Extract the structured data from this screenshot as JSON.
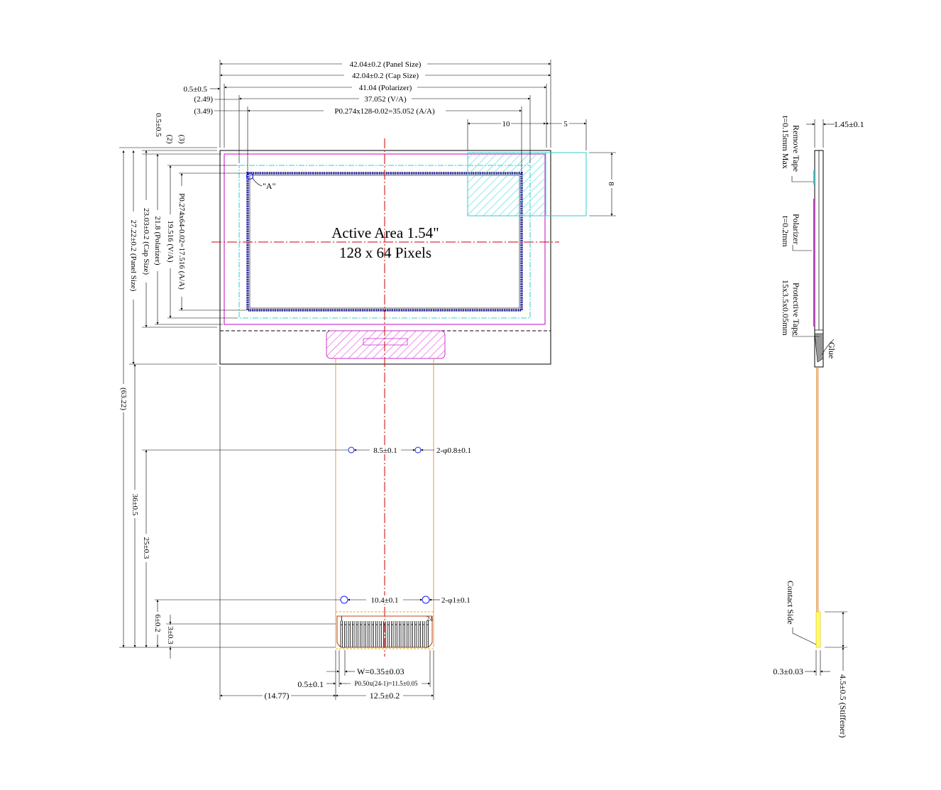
{
  "dimensions": {
    "panel_width": "42.04±0.2 (Panel Size)",
    "cap_width": "42.04±0.2 (Cap Size)",
    "polarizer_width": "41.04 (Polarizer)",
    "va_width": "37.052 (V/A)",
    "aa_width": "P0.274x128-0.02=35.052 (A/A)",
    "left_offset_1": "0.5±0.5",
    "left_offset_2": "(2.49)",
    "left_offset_3": "(3.49)",
    "tape_w_10": "10",
    "tape_w_5": "5",
    "tape_h_8": "8",
    "top_offset_1": "0.5±0.5",
    "top_offset_2": "(2)",
    "top_offset_3": "(3)",
    "aa_height": "P0.274x64-0.02=17.516 (A/A)",
    "va_height": "19.516 (V/A)",
    "polarizer_height": "21.8 (Polarizer)",
    "cap_height": "23.03±0.2 (Cap Size)",
    "panel_height": "27.22±0.2 (Panel Size)",
    "total_height": "(63.22)",
    "fpc_length": "36±0.5",
    "hole1_height": "25±0.3",
    "hole2_height": "6±0.2",
    "stiffener_hole": "3±0.3",
    "hole1_pitch": "8.5±0.1",
    "hole1_dia": "2-φ0.8±0.1",
    "hole2_pitch": "10.4±0.1",
    "hole2_dia": "2-φ1±0.1",
    "pin_first": "1",
    "pin_last": "24",
    "pin_width": "W=0.35±0.03",
    "pin_edge": "0.5±0.1",
    "pin_pitch": "P0.50x(24-1)=11.5±0.05",
    "fpc_offset": "(14.77)",
    "fpc_width": "12.5±0.2",
    "marker_a": "\"A\""
  },
  "active_area": {
    "line1": "Active Area 1.54\"",
    "line2": "128 x 64 Pixels"
  },
  "side_view": {
    "thickness": "1.45±0.1",
    "remove_tape_1": "Remove Tape",
    "remove_tape_2": "t=0.15mm Max",
    "polarizer_1": "Polarizer",
    "polarizer_2": "t=0.2mm",
    "protective_tape_1": "Protective Tape",
    "protective_tape_2": "15x3.5x0.05mm",
    "glue": "Glue",
    "contact_side": "Contact Side",
    "fpc_thickness": "0.3±0.03",
    "stiffener": "4.5±0.5 (Stiffener)"
  },
  "colors": {
    "magenta": "#cc33cc",
    "cyan": "#33cccc",
    "navy": "#000080",
    "red": "#cc0000",
    "orange": "#e08020",
    "blue": "#1a1aff"
  }
}
